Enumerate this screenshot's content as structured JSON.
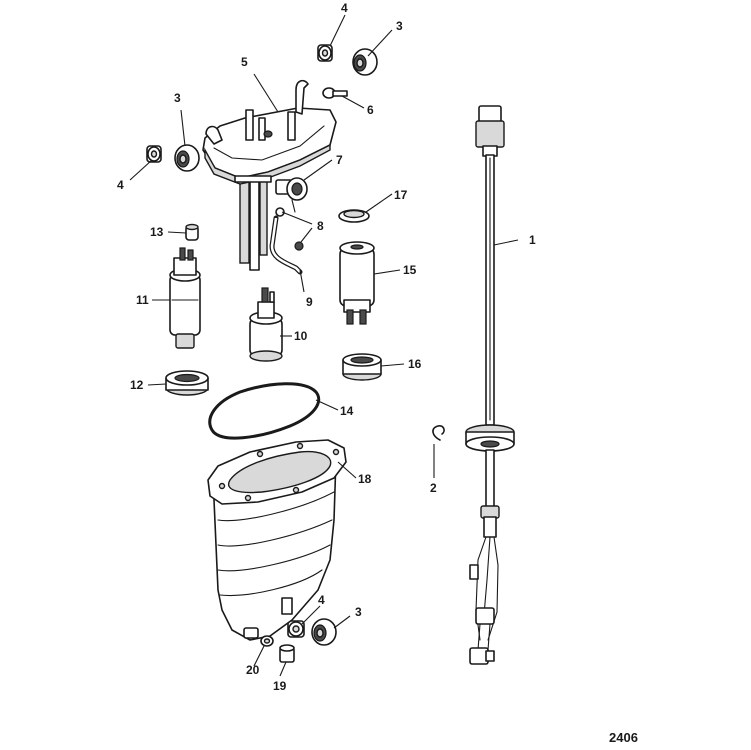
{
  "diagram": {
    "figure_number": "2406",
    "callouts": {
      "c1": "1",
      "c2": "2",
      "c3a": "3",
      "c3b": "3",
      "c3c": "3",
      "c4a": "4",
      "c4b": "4",
      "c4c": "4",
      "c5": "5",
      "c6": "6",
      "c7": "7",
      "c8": "8",
      "c9": "9",
      "c10": "10",
      "c11": "11",
      "c12": "12",
      "c13": "13",
      "c14": "14",
      "c15": "15",
      "c16": "16",
      "c17": "17",
      "c18": "18",
      "c19": "19",
      "c20": "20"
    }
  }
}
